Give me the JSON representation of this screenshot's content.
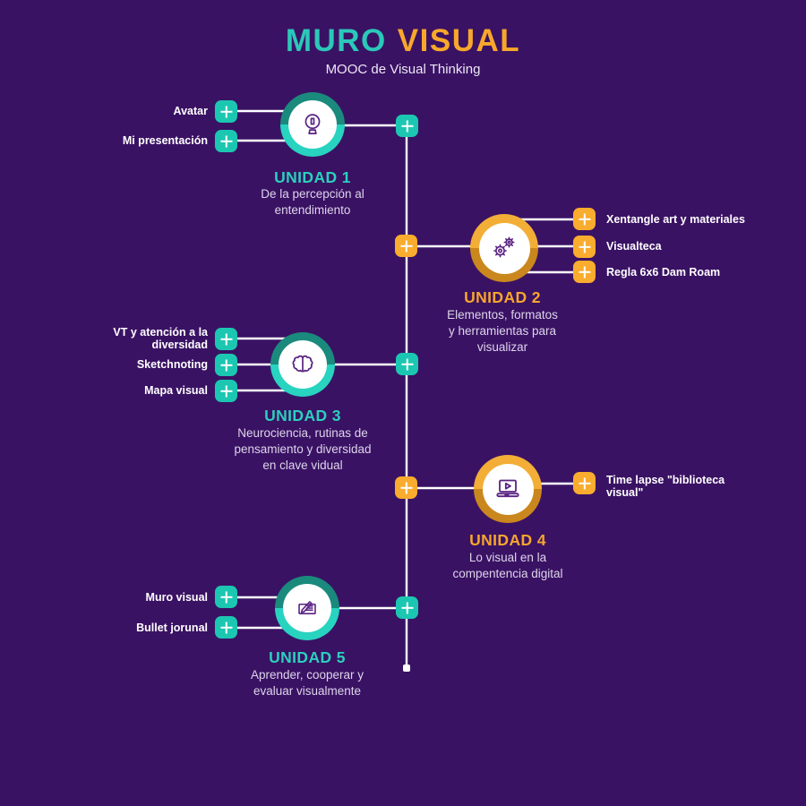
{
  "title": {
    "word1": "MURO",
    "word2": "VISUAL"
  },
  "subtitle": "MOOC de Visual Thinking",
  "colors": {
    "background": "#3a1264",
    "teal": "#1cc7b2",
    "teal_ring_dark": "#1a8a7c",
    "teal_ring_light": "#28d3c0",
    "orange": "#f9ac2e",
    "orange_ring_light": "#f2ae36",
    "orange_ring_dark": "#c9871d",
    "title_teal": "#2bc8b9",
    "title_orange": "#f8a72b",
    "icon_purple": "#5a2383",
    "line_white": "#ffffff",
    "description_text": "#ddd5ea"
  },
  "units": [
    {
      "title": "UNIDAD 1",
      "color": "teal",
      "icon": "lightbulb-icon",
      "description": [
        "De la percepción al",
        "entendimiento"
      ],
      "items": [
        {
          "label": "Avatar"
        },
        {
          "label": "Mi presentación"
        }
      ]
    },
    {
      "title": "UNIDAD 2",
      "color": "orange",
      "icon": "gears-icon",
      "description": [
        "Elementos, formatos",
        "y herramientas para",
        "visualizar"
      ],
      "items": [
        {
          "label": "Xentangle art y materiales"
        },
        {
          "label": "Visualteca"
        },
        {
          "label": "Regla 6x6 Dam Roam"
        }
      ]
    },
    {
      "title": "UNIDAD 3",
      "color": "teal",
      "icon": "brain-icon",
      "description": [
        "Neurociencia, rutinas de",
        "pensamiento y diversidad",
        "en clave vidual"
      ],
      "items": [
        {
          "label": "VT y atención a la diversidad"
        },
        {
          "label": "Sketchnoting"
        },
        {
          "label": "Mapa visual"
        }
      ]
    },
    {
      "title": "UNIDAD 4",
      "color": "orange",
      "icon": "laptop-video-icon",
      "description": [
        "Lo visual en la",
        "compentencia digital"
      ],
      "items": [
        {
          "label": "Time lapse \"biblioteca visual\""
        }
      ]
    },
    {
      "title": "UNIDAD 5",
      "color": "teal",
      "icon": "sketch-pen-icon",
      "description": [
        "Aprender, cooperar y",
        "evaluar visualmente"
      ],
      "items": [
        {
          "label": "Muro visual"
        },
        {
          "label": "Bullet jorunal"
        }
      ]
    }
  ]
}
